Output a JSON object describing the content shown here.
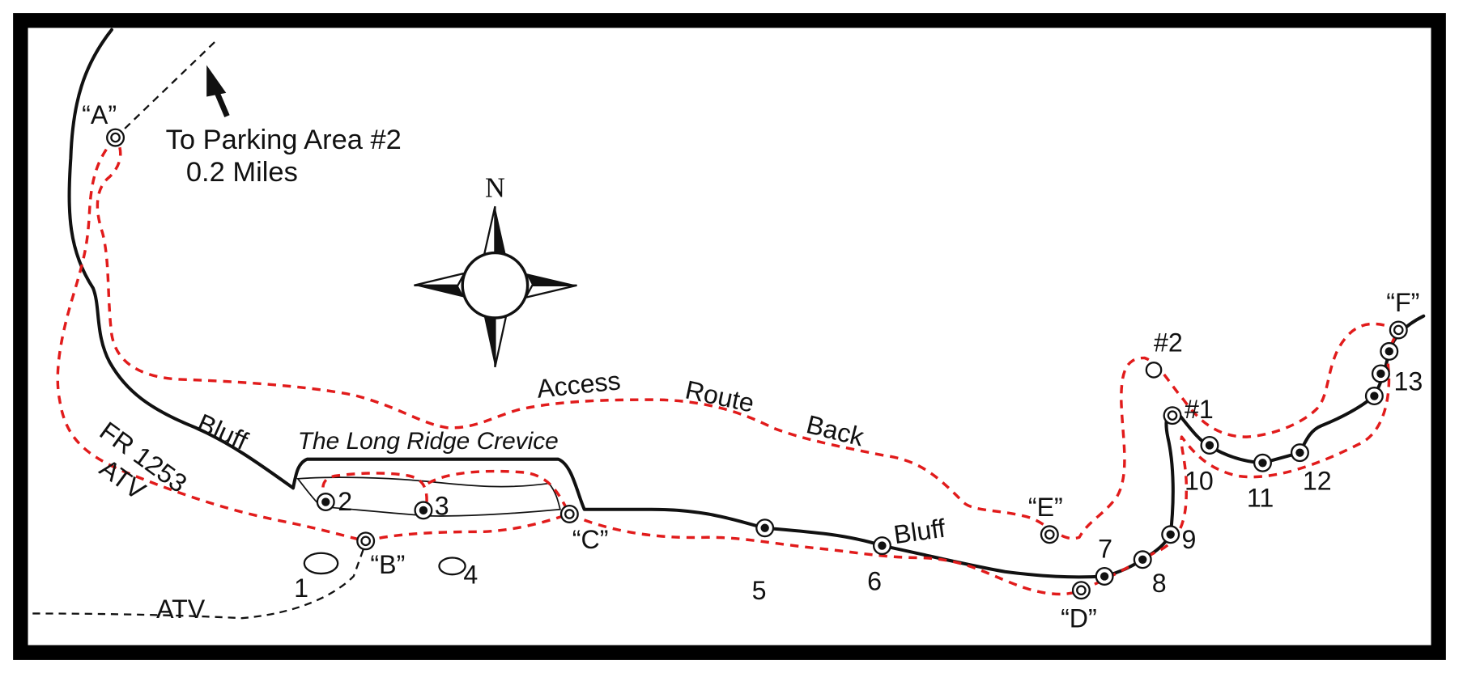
{
  "map": {
    "compass_label": "N",
    "parking_direction": {
      "line1": "To Parking Area #2",
      "line2": "0.2 Miles"
    },
    "route_labels": {
      "access": "Access",
      "route": "Route",
      "back": "Back"
    },
    "features": {
      "bluff_1": "Bluff",
      "bluff_2": "Bluff",
      "road": "FR 1253",
      "atv_1": "ATV",
      "atv_2": "ATV",
      "crevice": "The Long Ridge Crevice"
    },
    "waypoints": {
      "A": "“A”",
      "B": "“B”",
      "C": "“C”",
      "D": "“D”",
      "E": "“E”",
      "F": "“F”",
      "p1": "#1",
      "p2": "#2"
    },
    "sites": [
      "1",
      "2",
      "3",
      "4",
      "5",
      "6",
      "7",
      "8",
      "9",
      "10",
      "11",
      "12",
      "13"
    ],
    "colors": {
      "route": "#e11b1b",
      "line": "#111111",
      "frame": "#000000"
    }
  }
}
